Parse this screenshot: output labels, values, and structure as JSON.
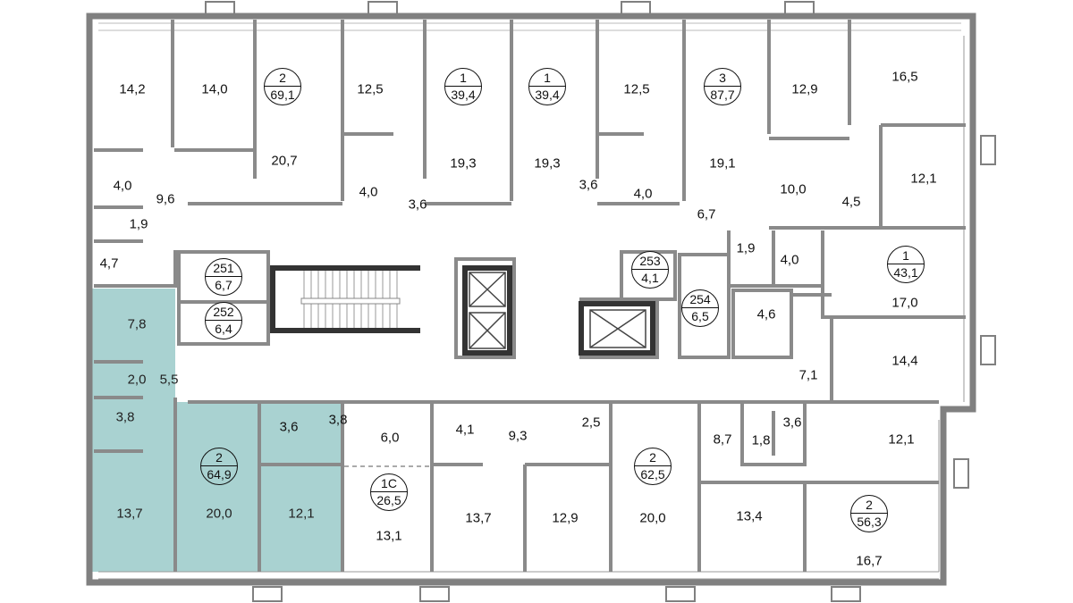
{
  "plan": {
    "highlight_color": "#a9d2d1",
    "wall_color": "#808080",
    "apartments": [
      {
        "rooms": "2",
        "area": "69,1"
      },
      {
        "rooms": "1",
        "area": "39,4"
      },
      {
        "rooms": "1",
        "area": "39,4"
      },
      {
        "rooms": "3",
        "area": "87,7"
      },
      {
        "rooms": "1",
        "area": "43,1"
      },
      {
        "rooms": "2",
        "area": "64,9"
      },
      {
        "rooms": "1С",
        "area": "26,5"
      },
      {
        "rooms": "2",
        "area": "62,5"
      },
      {
        "rooms": "2",
        "area": "56,3"
      }
    ],
    "storage_units": [
      {
        "number": "251",
        "area": "6,7"
      },
      {
        "number": "252",
        "area": "6,4"
      },
      {
        "number": "253",
        "area": "4,1"
      },
      {
        "number": "254",
        "area": "6,5"
      }
    ],
    "rooms_top": [
      "14,2",
      "14,0",
      "20,7",
      "12,5",
      "19,3",
      "3,6",
      "4,0",
      "19,3",
      "12,5",
      "3,6",
      "4,0",
      "19,1",
      "12,9",
      "16,5",
      "12,1",
      "10,0",
      "4,5",
      "6,7",
      "9,6",
      "4,0",
      "1,9",
      "4,7"
    ],
    "rooms_middle": [
      "1,9",
      "4,0",
      "17,0",
      "4,6",
      "14,4",
      "7,1"
    ],
    "rooms_highlighted": [
      "7,8",
      "2,0",
      "5,5",
      "3,8",
      "13,7",
      "20,0",
      "12,1"
    ],
    "rooms_bottom": [
      "3,6",
      "3,8",
      "6,0",
      "13,1",
      "4,1",
      "9,3",
      "2,5",
      "13,7",
      "12,9",
      "20,0",
      "8,7",
      "1,8",
      "3,6",
      "12,1",
      "13,4",
      "16,7"
    ]
  }
}
